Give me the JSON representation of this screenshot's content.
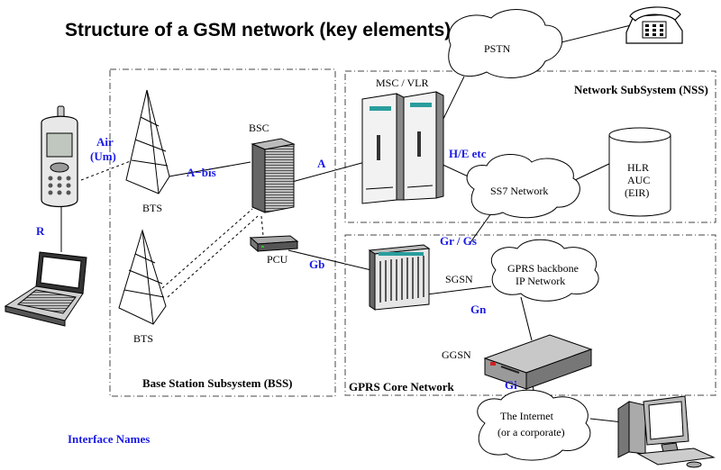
{
  "title": "Structure of a GSM network (key elements)",
  "regions": {
    "bss": "Base Station Subsystem (BSS)",
    "nss": "Network SubSystem (NSS)",
    "gprs": "GPRS Core Network"
  },
  "nodes": {
    "pstn": "PSTN",
    "msc": "MSC / VLR",
    "bsc": "BSC",
    "bts1": "BTS",
    "bts2": "BTS",
    "pcu": "PCU",
    "hlr": [
      "HLR",
      "AUC",
      "(EIR)"
    ],
    "ss7": "SS7 Network",
    "sgsn": "SGSN",
    "gprs_backbone": [
      "GPRS backbone",
      "IP Network"
    ],
    "ggsn": "GGSN",
    "internet": [
      "The Internet",
      "(or a corporate)"
    ]
  },
  "interfaces": {
    "air": [
      "Air",
      "(Um)"
    ],
    "abis": "A−bis",
    "a": "A",
    "he": "H/E etc",
    "grgs": "Gr / Gs",
    "gb": "Gb",
    "gn": "Gn",
    "gi": "Gi",
    "r": "R"
  },
  "legend": "Interface Names",
  "colors": {
    "interface_text": "#1a1ae6",
    "box_border": "#555555"
  },
  "icons": [
    "mobile-phone-icon",
    "laptop-icon",
    "telephone-icon",
    "desktop-computer-icon",
    "server-rack-icon",
    "router-icon",
    "database-icon",
    "cloud-icon",
    "antenna-tower-icon"
  ]
}
